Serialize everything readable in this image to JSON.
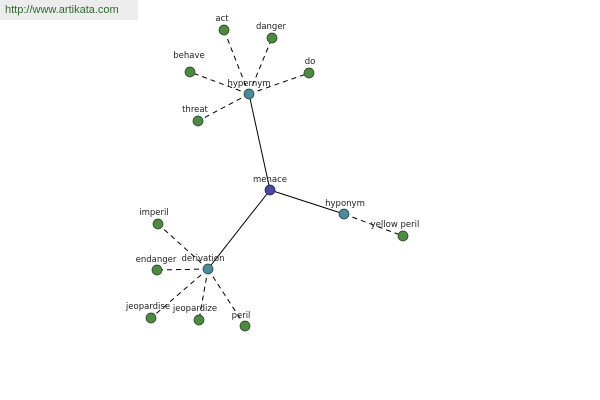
{
  "watermark": "http://www.artikata.com",
  "colors": {
    "root_node": "#4a4aa0",
    "relation_node": "#4b8a96",
    "leaf_node": "#4f8a43",
    "edge": "#000000"
  },
  "root": "menace",
  "relations": [
    {
      "label": "hypernym",
      "members": [
        "act",
        "danger",
        "behave",
        "do",
        "threat"
      ]
    },
    {
      "label": "hyponym",
      "members": [
        "yellow peril"
      ]
    },
    {
      "label": "derivation",
      "members": [
        "imperil",
        "endanger",
        "jeopardise",
        "jeopardize",
        "peril"
      ]
    }
  ]
}
